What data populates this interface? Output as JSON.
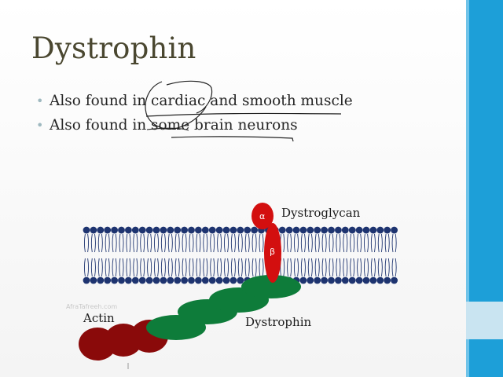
{
  "slide": {
    "title": "Dystrophin",
    "bullets": [
      "Also found in cardiac and smooth muscle",
      "Also found in some brain neurons"
    ]
  },
  "diagram": {
    "labels": {
      "dystroglycan": "Dystroglycan",
      "alpha": "α",
      "beta": "β",
      "actin": "Actin",
      "dystrophin": "Dystrophin"
    },
    "watermark": "AfraTafreeh.com"
  },
  "colors": {
    "accent_bar": "#1d9fd8",
    "membrane": "#1e3470",
    "dystroglycan": "#d30f0f",
    "dystrophin": "#0e7c3a",
    "actin": "#8a0a0a"
  }
}
